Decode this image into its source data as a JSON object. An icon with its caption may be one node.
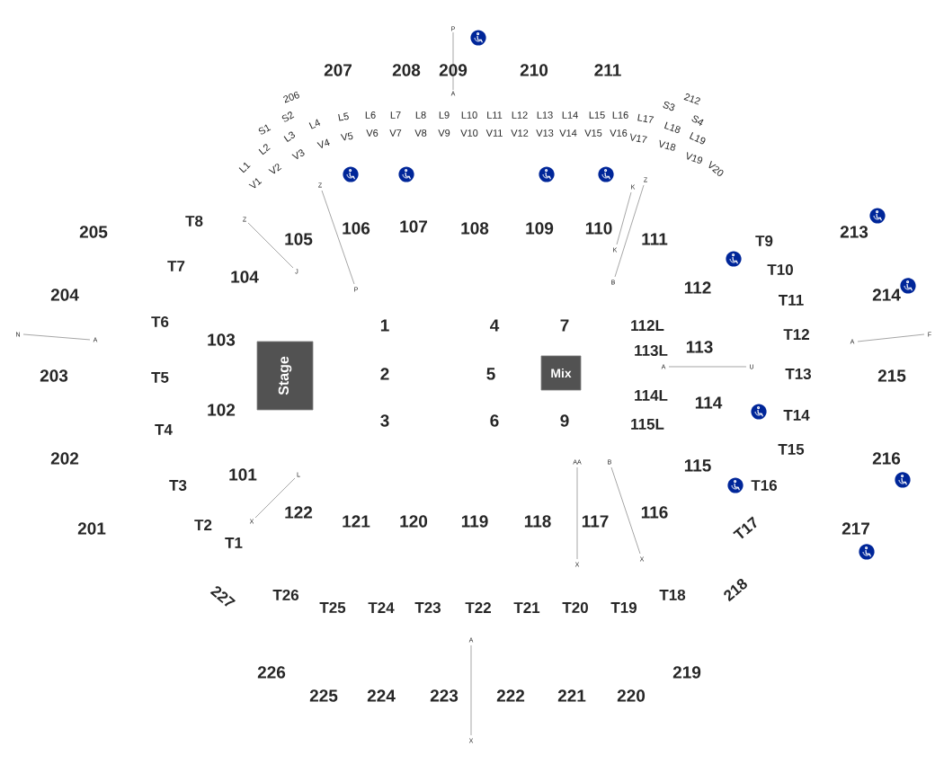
{
  "diagram": {
    "nodes": [
      {
        "text": [
          "Stage"
        ]
      },
      {
        "text": [
          "Mix"
        ]
      }
    ],
    "labels": [
      "P",
      "207",
      "208",
      "209",
      "210",
      "211",
      "A",
      "206",
      "212",
      "S1",
      "S2",
      "S3",
      "S4",
      "L1",
      "L2",
      "L3",
      "L4",
      "L5",
      "L6",
      "L7",
      "L8",
      "L9",
      "L10",
      "L11",
      "L12",
      "L13",
      "L14",
      "L15",
      "L16",
      "L17",
      "L18",
      "L19",
      "V1",
      "V2",
      "V3",
      "V4",
      "V5",
      "V6",
      "V7",
      "V8",
      "V9",
      "V10",
      "V11",
      "V12",
      "V13",
      "V14",
      "V15",
      "V16",
      "V17",
      "V18",
      "V19",
      "V20",
      "Z",
      "K",
      "Z",
      "205",
      "T8",
      "Z",
      "105",
      "106",
      "107",
      "108",
      "109",
      "110",
      "111",
      "T9",
      "213",
      "T7",
      "J",
      "104",
      "204",
      "K",
      "B",
      "P",
      "T10",
      "112",
      "T11",
      "214",
      "N",
      "A",
      "T6",
      "103",
      "1",
      "4",
      "7",
      "112L",
      "A",
      "F",
      "203",
      "T5",
      "2",
      "5",
      "113L",
      "113",
      "A",
      "U",
      "T12",
      "T13",
      "215",
      "T4",
      "102",
      "3",
      "6",
      "9",
      "114L",
      "114",
      "T14",
      "115L",
      "202",
      "AA",
      "B",
      "T3",
      "101",
      "L",
      "T15",
      "216",
      "115",
      "T16",
      "201",
      "T2",
      "X",
      "T1",
      "122",
      "121",
      "120",
      "119",
      "118",
      "117",
      "116",
      "T17",
      "217",
      "X",
      "X",
      "227",
      "T26",
      "T25",
      "T24",
      "T23",
      "T22",
      "T21",
      "T20",
      "T19",
      "T18",
      "218",
      "A",
      "226",
      "225",
      "224",
      "223",
      "222",
      "221",
      "220",
      "219",
      "X"
    ]
  }
}
